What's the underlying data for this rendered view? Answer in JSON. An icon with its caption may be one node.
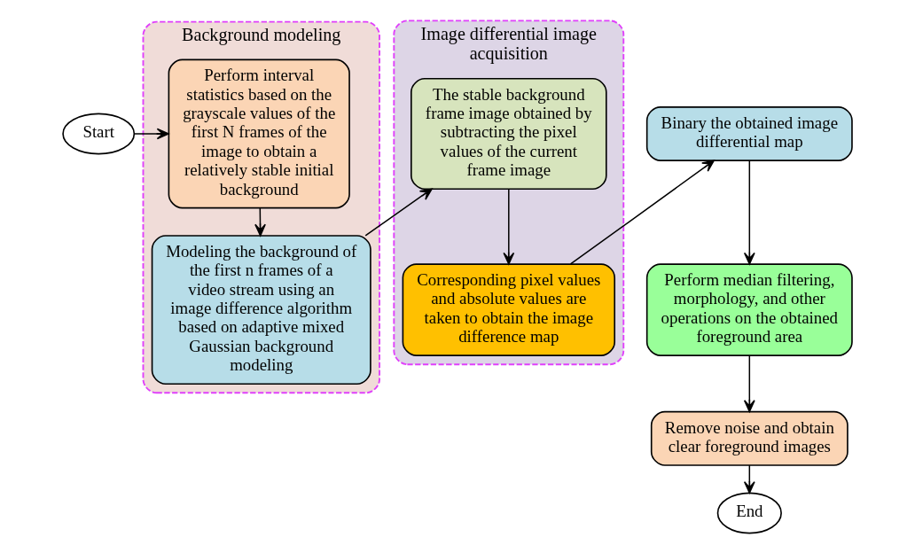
{
  "diagram": {
    "nodes": [
      {
        "text": [
          "Start"
        ]
      },
      {
        "text": [
          "Background modeling"
        ]
      },
      {
        "text": [
          "Perform interval statistics based on the grayscale values of the first N frames of the image to obtain a relatively stable initial background"
        ],
        "in": 1
      },
      {
        "text": [
          "Modeling the background of the first n frames of a video stream using an image difference algorithm based on adaptive mixed Gaussian background modeling"
        ],
        "in": 1
      },
      {
        "text": [
          "Image differential image acquisition"
        ]
      },
      {
        "text": [
          "The stable background frame image obtained by subtracting the pixel values of the current frame image"
        ],
        "in": 4
      },
      {
        "text": [
          "Corresponding pixel values and absolute values are taken to obtain the image difference map"
        ],
        "in": 4
      },
      {
        "text": [
          "Binary the obtained image differential map"
        ]
      },
      {
        "text": [
          "Perform median filtering, morphology, and other operations on the obtained foreground area"
        ]
      },
      {
        "text": [
          "Remove noise and obtain clear foreground images"
        ]
      },
      {
        "text": [
          "End"
        ]
      }
    ],
    "edges": [
      {
        "from": 0,
        "to": 2,
        "arrow": "to"
      },
      {
        "from": 2,
        "to": 3,
        "arrow": "to"
      },
      {
        "from": 3,
        "to": 5,
        "arrow": "to"
      },
      {
        "from": 5,
        "to": 6,
        "arrow": "to"
      },
      {
        "from": 6,
        "to": 7,
        "arrow": "to"
      },
      {
        "from": 7,
        "to": 8,
        "arrow": "to"
      },
      {
        "from": 8,
        "to": 9,
        "arrow": "to"
      },
      {
        "from": 9,
        "to": 10,
        "arrow": "to"
      }
    ]
  }
}
